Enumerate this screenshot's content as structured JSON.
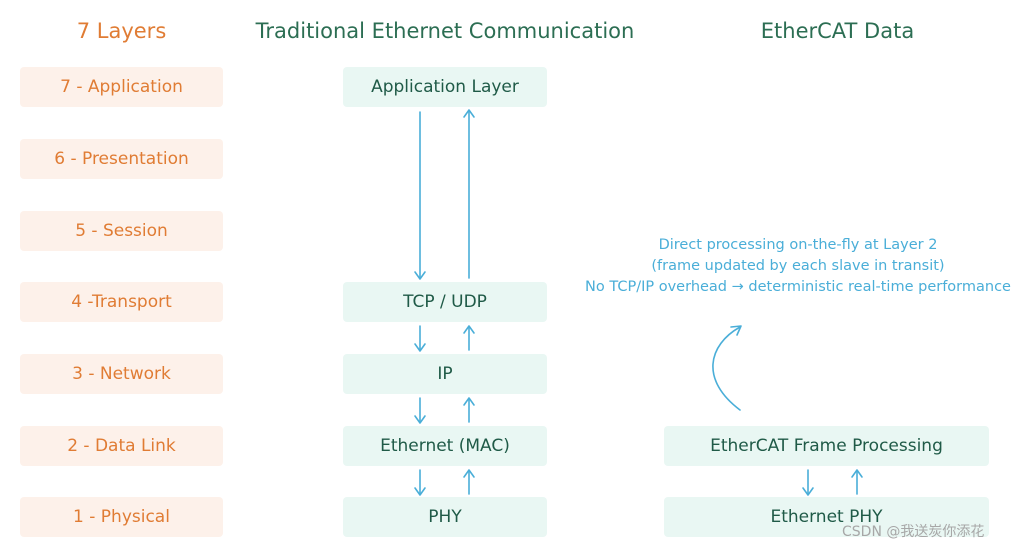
{
  "headings": {
    "layers": "7 Layers",
    "traditional": "Traditional Ethernet Communication",
    "ethercat": "EtherCAT Data"
  },
  "osi_layers": [
    "7 - Application",
    "6 - Presentation",
    "5 - Session",
    "4 -Transport",
    "3 - Network",
    "2 - Data Link",
    "1 - Physical"
  ],
  "traditional_stack": {
    "application": "Application Layer",
    "tcp_udp": "TCP / UDP",
    "ip": "IP",
    "ethernet_mac": "Ethernet (MAC)",
    "phy": "PHY"
  },
  "ethercat_stack": {
    "frame_processing": "EtherCAT Frame Processing",
    "phy": "Ethernet PHY"
  },
  "ethercat_note": [
    "Direct processing on-the-fly at Layer 2",
    "(frame updated by each slave in transit)",
    "No TCP/IP overhead → deterministic real-time performance"
  ],
  "watermark": "CSDN @我送炭你添花",
  "colors": {
    "orange": "#e07c34",
    "green": "#2c6e53",
    "arrow_blue": "#4aaed8"
  }
}
